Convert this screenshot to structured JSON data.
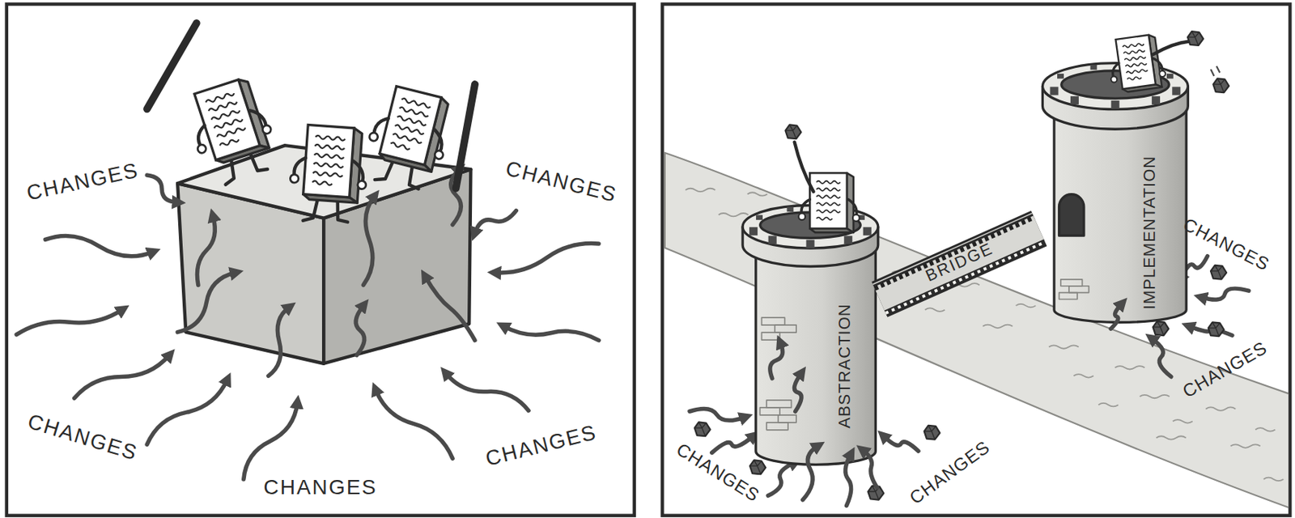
{
  "diagram": {
    "nodes": [
      {
        "text": [
          "ABSTRACTION"
        ]
      },
      {
        "text": [
          "IMPLEMENTATION"
        ]
      }
    ],
    "edges": [
      {
        "from": 0,
        "to": 1,
        "arrow": "none",
        "label": "BRIDGE"
      }
    ],
    "labels": [
      "CHANGES",
      "CHANGES",
      "CHANGES",
      "CHANGES",
      "CHANGES",
      "CHANGES",
      "CHANGES",
      "CHANGES",
      "CHANGES"
    ]
  }
}
